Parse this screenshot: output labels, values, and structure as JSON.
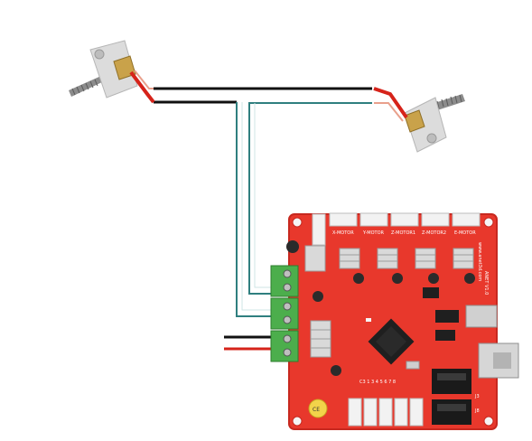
{
  "diagram": {
    "board": {
      "motor_labels": [
        "X-MOTOR",
        "Y-MOTOR",
        "Z-MOTOR1",
        "Z-MOTOR2",
        "E-MOTOR"
      ],
      "version_label": "ANET V1.0",
      "small_label": "www.anet3d.com",
      "pin_label": "C3 1   3 4 5 6 7 8",
      "ce_mark": "CE",
      "jumper_labels": [
        "J3",
        "J8"
      ]
    },
    "colors": {
      "board": "#e8382c",
      "board_edge": "#c7281f",
      "terminal": "#4cae4c",
      "connector": "#f2f2f2",
      "heatsink": "#d9d9d9",
      "header": "#1a1a1a",
      "wire_black": "#111111",
      "wire_teal": "#2f7f7f",
      "wire_red": "#d6231a",
      "hotend_block": "#dcdcdc",
      "brass": "#c9a24a",
      "threaded_rod": "#8c8c8c"
    }
  }
}
